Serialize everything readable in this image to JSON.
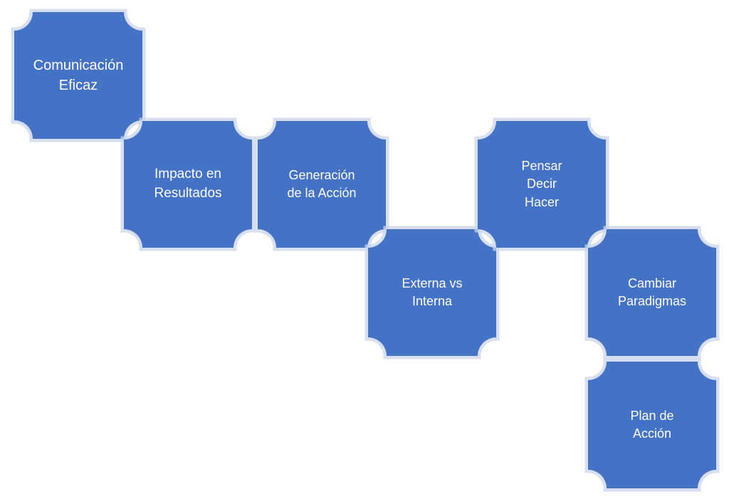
{
  "colors": {
    "tile_fill": "#4472c4",
    "tile_glow": "#c9d5ee",
    "text": "#ffffff"
  },
  "tiles": [
    {
      "label": "Comunicación\nEficaz"
    },
    {
      "label": "Impacto en\nResultados"
    },
    {
      "label": "Generación\nde la Acción"
    },
    {
      "label": "Externa vs\nInterna"
    },
    {
      "label": "Pensar\nDecir\nHacer"
    },
    {
      "label": "Cambiar\nParadigmas"
    },
    {
      "label": "Plan de\nAcción"
    }
  ]
}
